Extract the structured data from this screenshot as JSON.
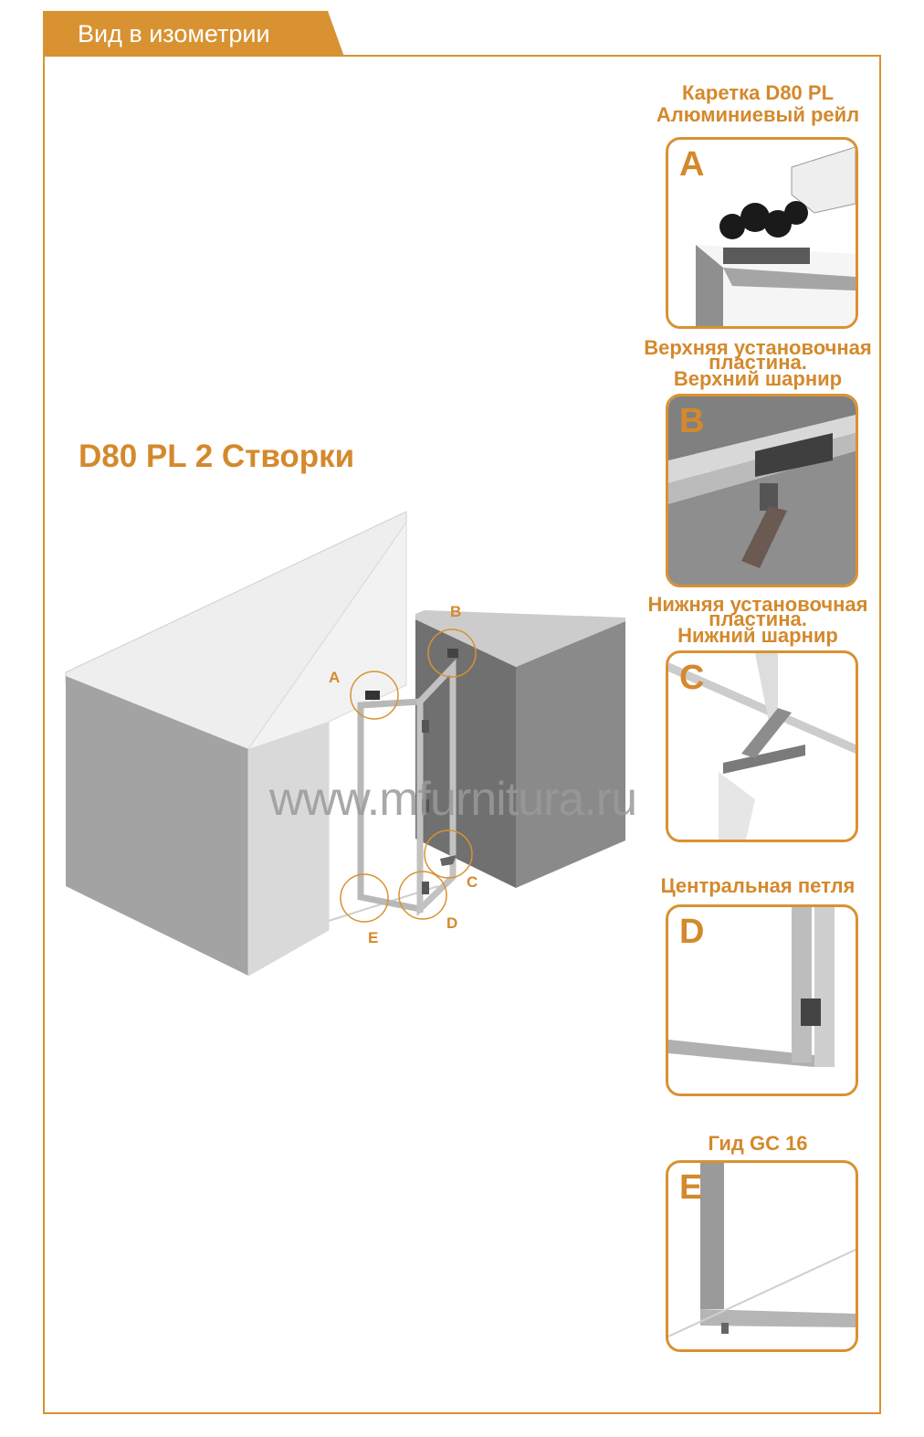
{
  "header": {
    "title": "Вид в изометрии"
  },
  "main_title": "D80 PL 2 Створки",
  "watermark": "www.mfurnitura.ru",
  "colors": {
    "accent": "#d89232",
    "text_accent": "#d4892c",
    "wall_gray": "#9c9c9c"
  },
  "callouts": {
    "a": "A",
    "b": "B",
    "c": "C",
    "d": "D",
    "e": "E"
  },
  "details": [
    {
      "letter": "A",
      "caption_lines": [
        "Каретка D80 PL",
        "Алюминиевый рейл"
      ]
    },
    {
      "letter": "B",
      "caption_lines": [
        "Верхняя установочная",
        "пластина.",
        "Верхний шарнир"
      ]
    },
    {
      "letter": "C",
      "caption_lines": [
        "Нижняя установочная",
        "пластина.",
        "Нижний шарнир"
      ]
    },
    {
      "letter": "D",
      "caption_lines": [
        "Центральная петля"
      ]
    },
    {
      "letter": "E",
      "caption_lines": [
        "Гид GC 16"
      ]
    }
  ]
}
